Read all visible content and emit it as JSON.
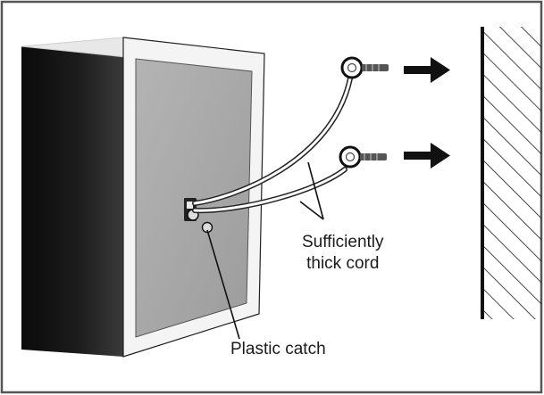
{
  "labels": {
    "cord_line1": "Sufficiently",
    "cord_line2": "thick cord",
    "catch": "Plastic catch"
  },
  "icons": {
    "arrow_upper": "arrow-right-icon",
    "arrow_lower": "arrow-right-icon",
    "wall": "hatched-wall",
    "eye_screw": "eye-screw-icon"
  },
  "colors": {
    "frame": "#555555",
    "cabinet_front": "#111111",
    "cabinet_side": "#a9a9a9",
    "ink": "#1a1a1a"
  }
}
